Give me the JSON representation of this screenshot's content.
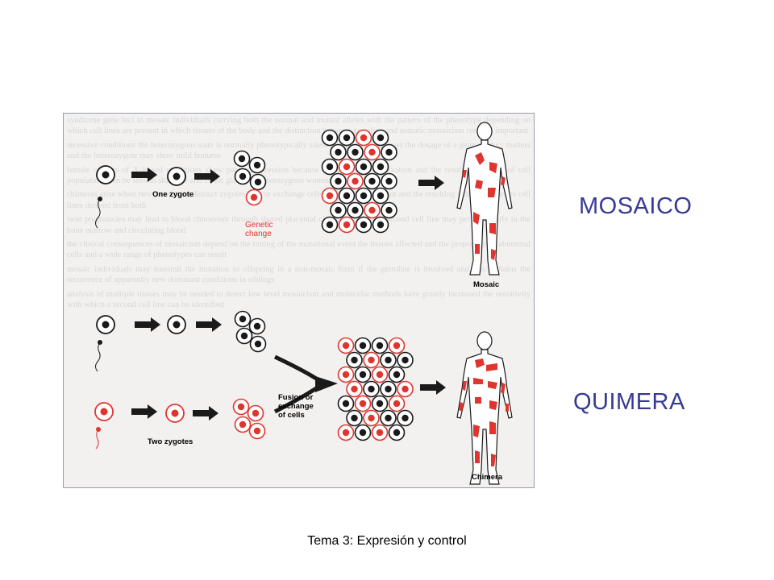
{
  "slide": {
    "label_top": "MOSAICO",
    "label_bottom": "QUIMERA",
    "footer": "Tema 3: Expresión y control"
  },
  "figure": {
    "captions": {
      "one_zygote": "One zygote",
      "genetic_change": "Genetic change",
      "mosaic": "Mosaic",
      "fusion": "Fusion or exchange of cells",
      "two_zygotes": "Two zygotes",
      "chimera": "Chimera"
    }
  },
  "colors": {
    "label": "#363a96",
    "red_cell": "#e0352f",
    "dark": "#1a1a1a"
  }
}
